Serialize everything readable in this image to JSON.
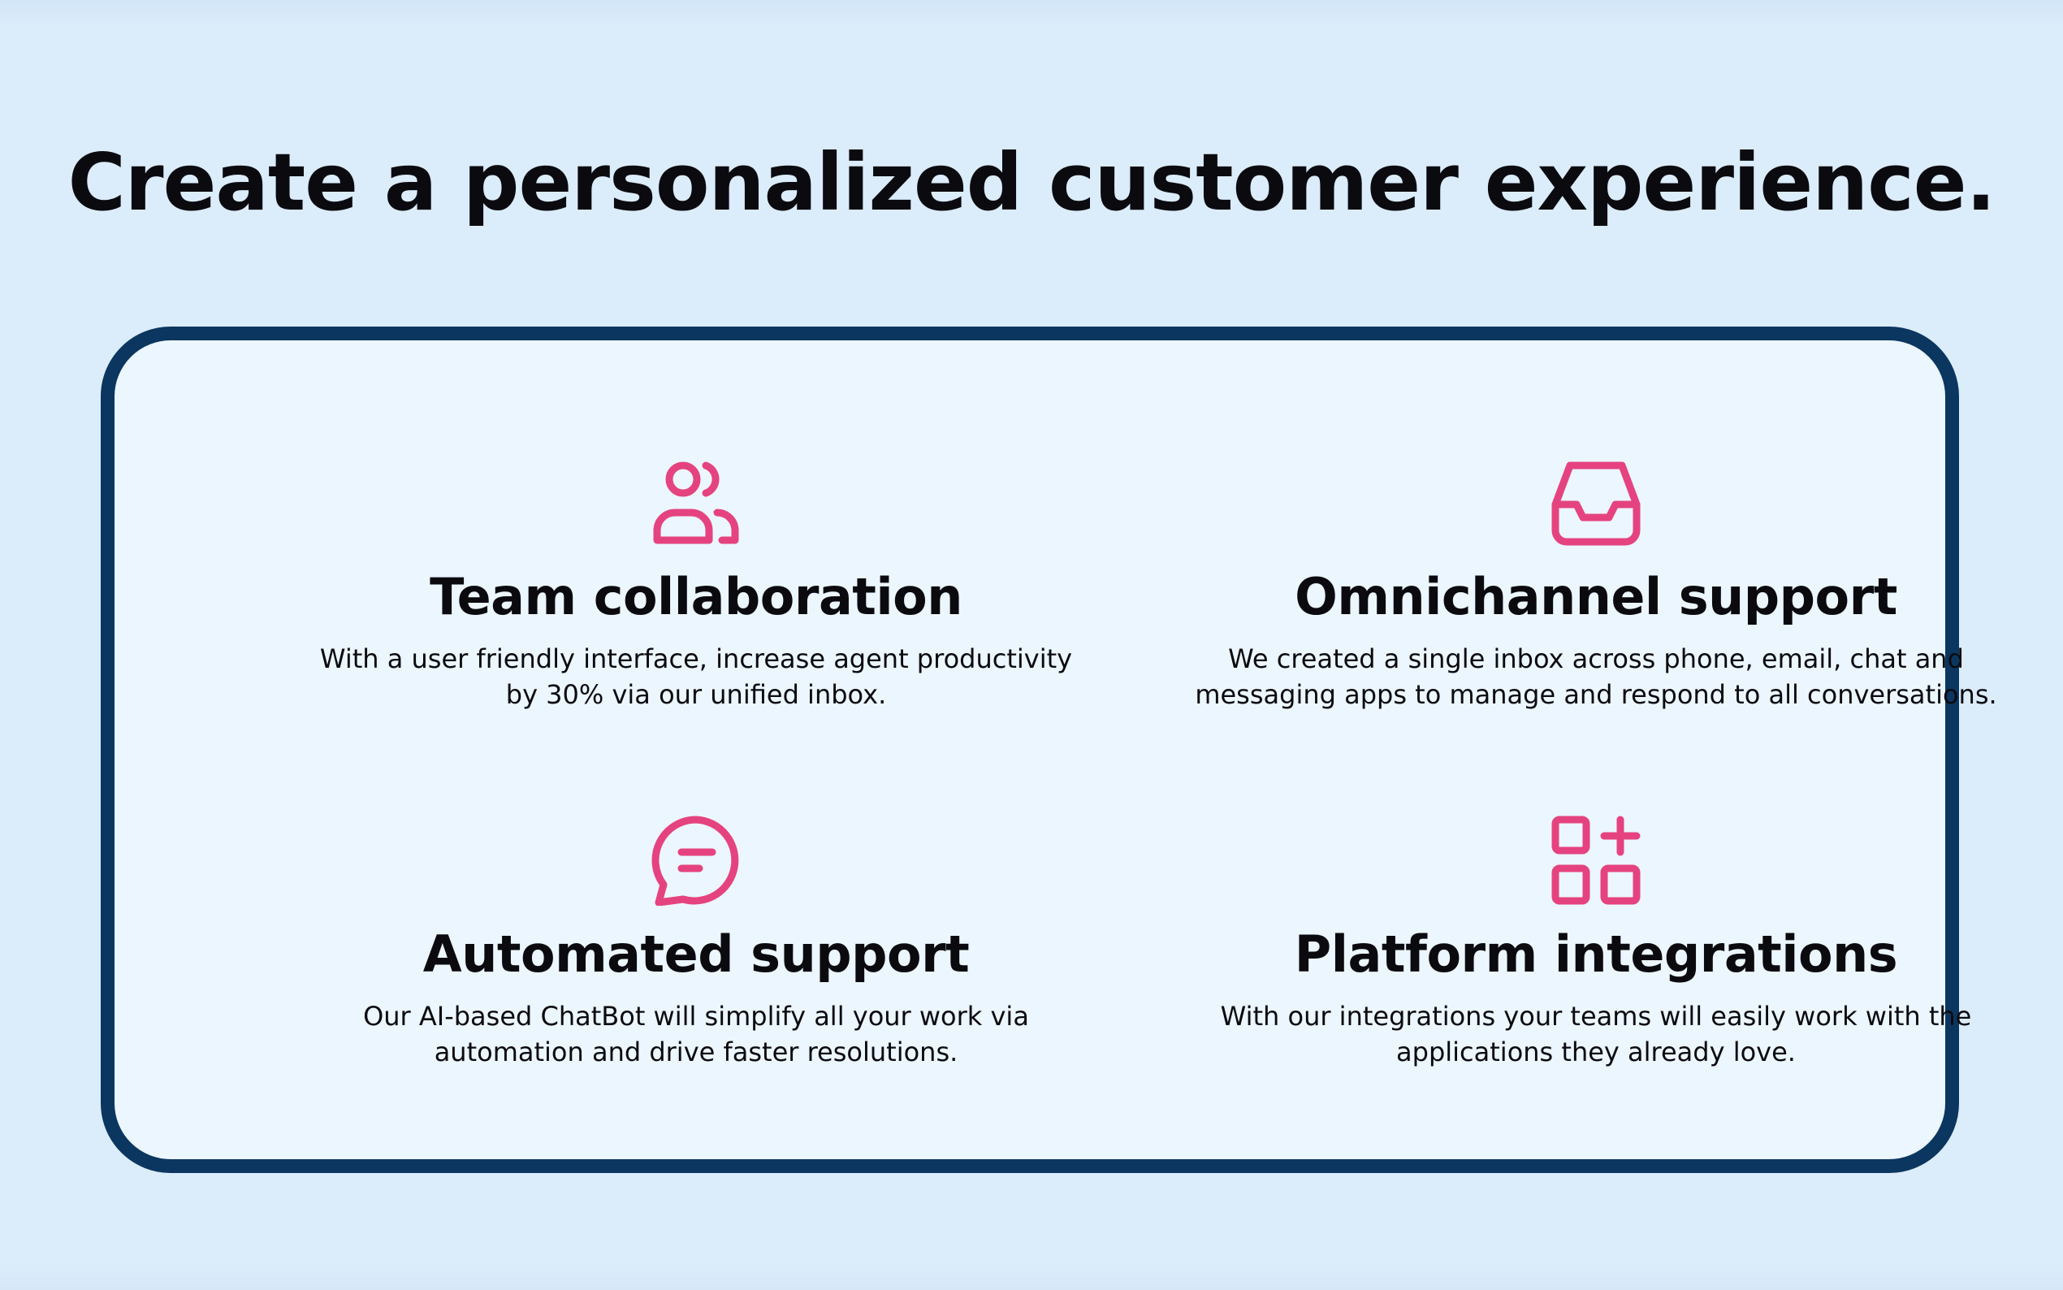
{
  "page": {
    "title": "Create a personalized customer experience."
  },
  "colors": {
    "background": "#dbecfb",
    "card_background": "#ecf6fe",
    "card_border": "#0b365f",
    "icon_accent": "#e5437f",
    "text": "#0b0b0f"
  },
  "features": [
    {
      "icon": "users-icon",
      "title": "Team collaboration",
      "line1": "With a user friendly interface, increase agent productivity",
      "line2": "by 30% via our unified inbox."
    },
    {
      "icon": "inbox-icon",
      "title": "Omnichannel support",
      "line1": "We created a single inbox across phone, email, chat and",
      "line2": "messaging apps to manage and respond to all conversations."
    },
    {
      "icon": "chat-bubble-icon",
      "title": "Automated support",
      "line1": "Our AI-based ChatBot will simplify all your work via",
      "line2": "automation and drive faster resolutions."
    },
    {
      "icon": "apps-add-icon",
      "title": "Platform integrations",
      "line1": "With our integrations your teams will easily work with the",
      "line2": "applications they already love."
    }
  ]
}
